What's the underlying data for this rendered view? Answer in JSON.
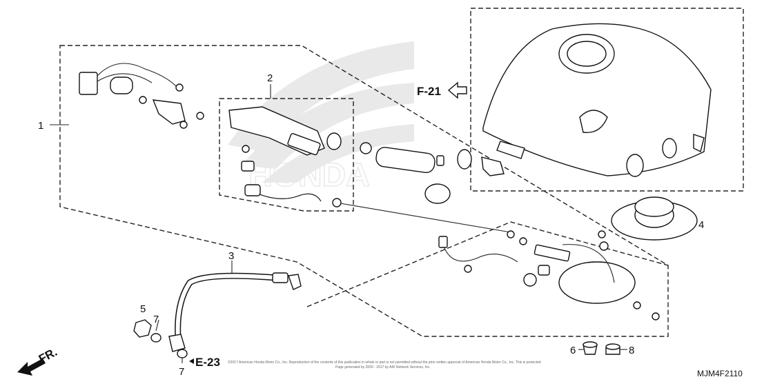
{
  "diagram_code": "MJM4F2110",
  "references": {
    "f21": "F-21",
    "e23": "E-23",
    "front": "FR."
  },
  "callouts": {
    "c1": "1",
    "c2": "2",
    "c3": "3",
    "c4": "4",
    "c5": "5",
    "c6": "6",
    "c7a": "7",
    "c7b": "7",
    "c8": "8"
  },
  "copyright": {
    "line1": "©2017 American Honda Motor Co., Inc. Reproduction of the contents of this publication in whole or part is not permitted without the prior written approval of American Honda Motor Co., Inc. This is protected",
    "line2": "Page generated by 2000 - 2017 by ARI Network Services, Inc."
  },
  "icons": {
    "arrow": "f21-arrow-icon",
    "front": "front-arrow-icon",
    "logo": "honda-wing-watermark"
  }
}
